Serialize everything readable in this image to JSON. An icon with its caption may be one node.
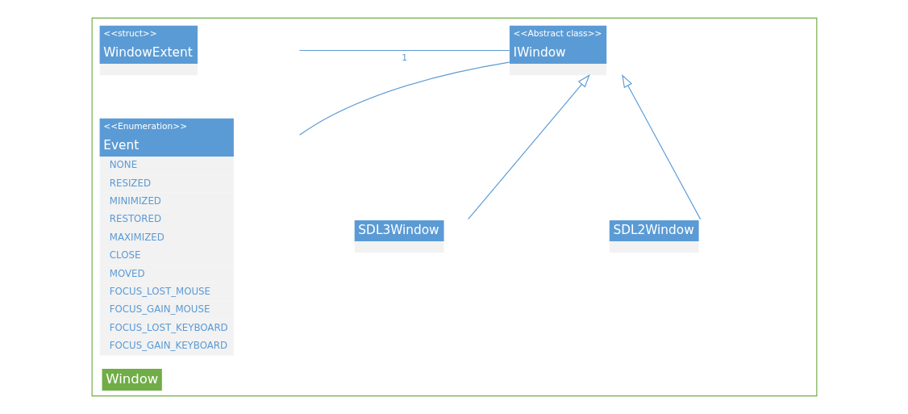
{
  "diagram": {
    "nodes": [
      {
        "text": [
          "Window"
        ]
      },
      {
        "text": [
          "<<Abstract class>>",
          "IWindow"
        ],
        "in": 0
      },
      {
        "text": [
          "<<struct>>",
          "WindowExtent"
        ],
        "in": 0
      },
      {
        "text": [
          "SDL2Window"
        ],
        "in": 0
      },
      {
        "text": [
          "SDL3Window"
        ],
        "in": 0
      },
      {
        "text": [
          "<<Enumeration>>",
          "Event",
          "NONE",
          "RESIZED",
          "MINIMIZED",
          "RESTORED",
          "MAXIMIZED",
          "CLOSE",
          "MOVED",
          "FOCUS_LOST_MOUSE",
          "FOCUS_GAIN_MOUSE",
          "FOCUS_LOST_KEYBOARD",
          "FOCUS_GAIN_KEYBOARD"
        ],
        "in": 0
      }
    ],
    "edges": [
      {
        "from": 1,
        "to": 2,
        "arrow": "none",
        "label": "1"
      },
      {
        "from": 3,
        "to": 1,
        "arrow": "to"
      },
      {
        "from": 4,
        "to": 1,
        "arrow": "to"
      },
      {
        "from": 1,
        "to": 5,
        "arrow": "none"
      }
    ]
  }
}
